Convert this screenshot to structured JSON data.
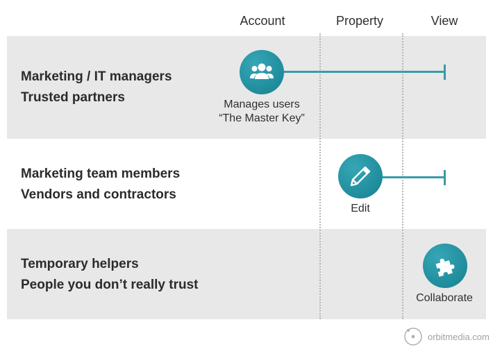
{
  "columns": {
    "account": "Account",
    "property": "Property",
    "view": "View"
  },
  "rows": [
    {
      "line1": "Marketing / IT managers",
      "line2": "Trusted partners",
      "icon": "users-icon",
      "caption1": "Manages users",
      "caption2": "“The Master Key”",
      "access_from": "Account",
      "access_to": "View"
    },
    {
      "line1": "Marketing team members",
      "line2": "Vendors and contractors",
      "icon": "pencil-icon",
      "caption1": "Edit",
      "access_from": "Property",
      "access_to": "View"
    },
    {
      "line1": "Temporary helpers",
      "line2": "People you don’t really trust",
      "icon": "puzzle-icon",
      "caption1": "Collaborate",
      "access_from": "View",
      "access_to": "View"
    }
  ],
  "colors": {
    "accent": "#1f8c9c",
    "band_gray": "#e8e8e8",
    "divider": "#b5b5b5"
  },
  "watermark": "orbitmedia.com"
}
